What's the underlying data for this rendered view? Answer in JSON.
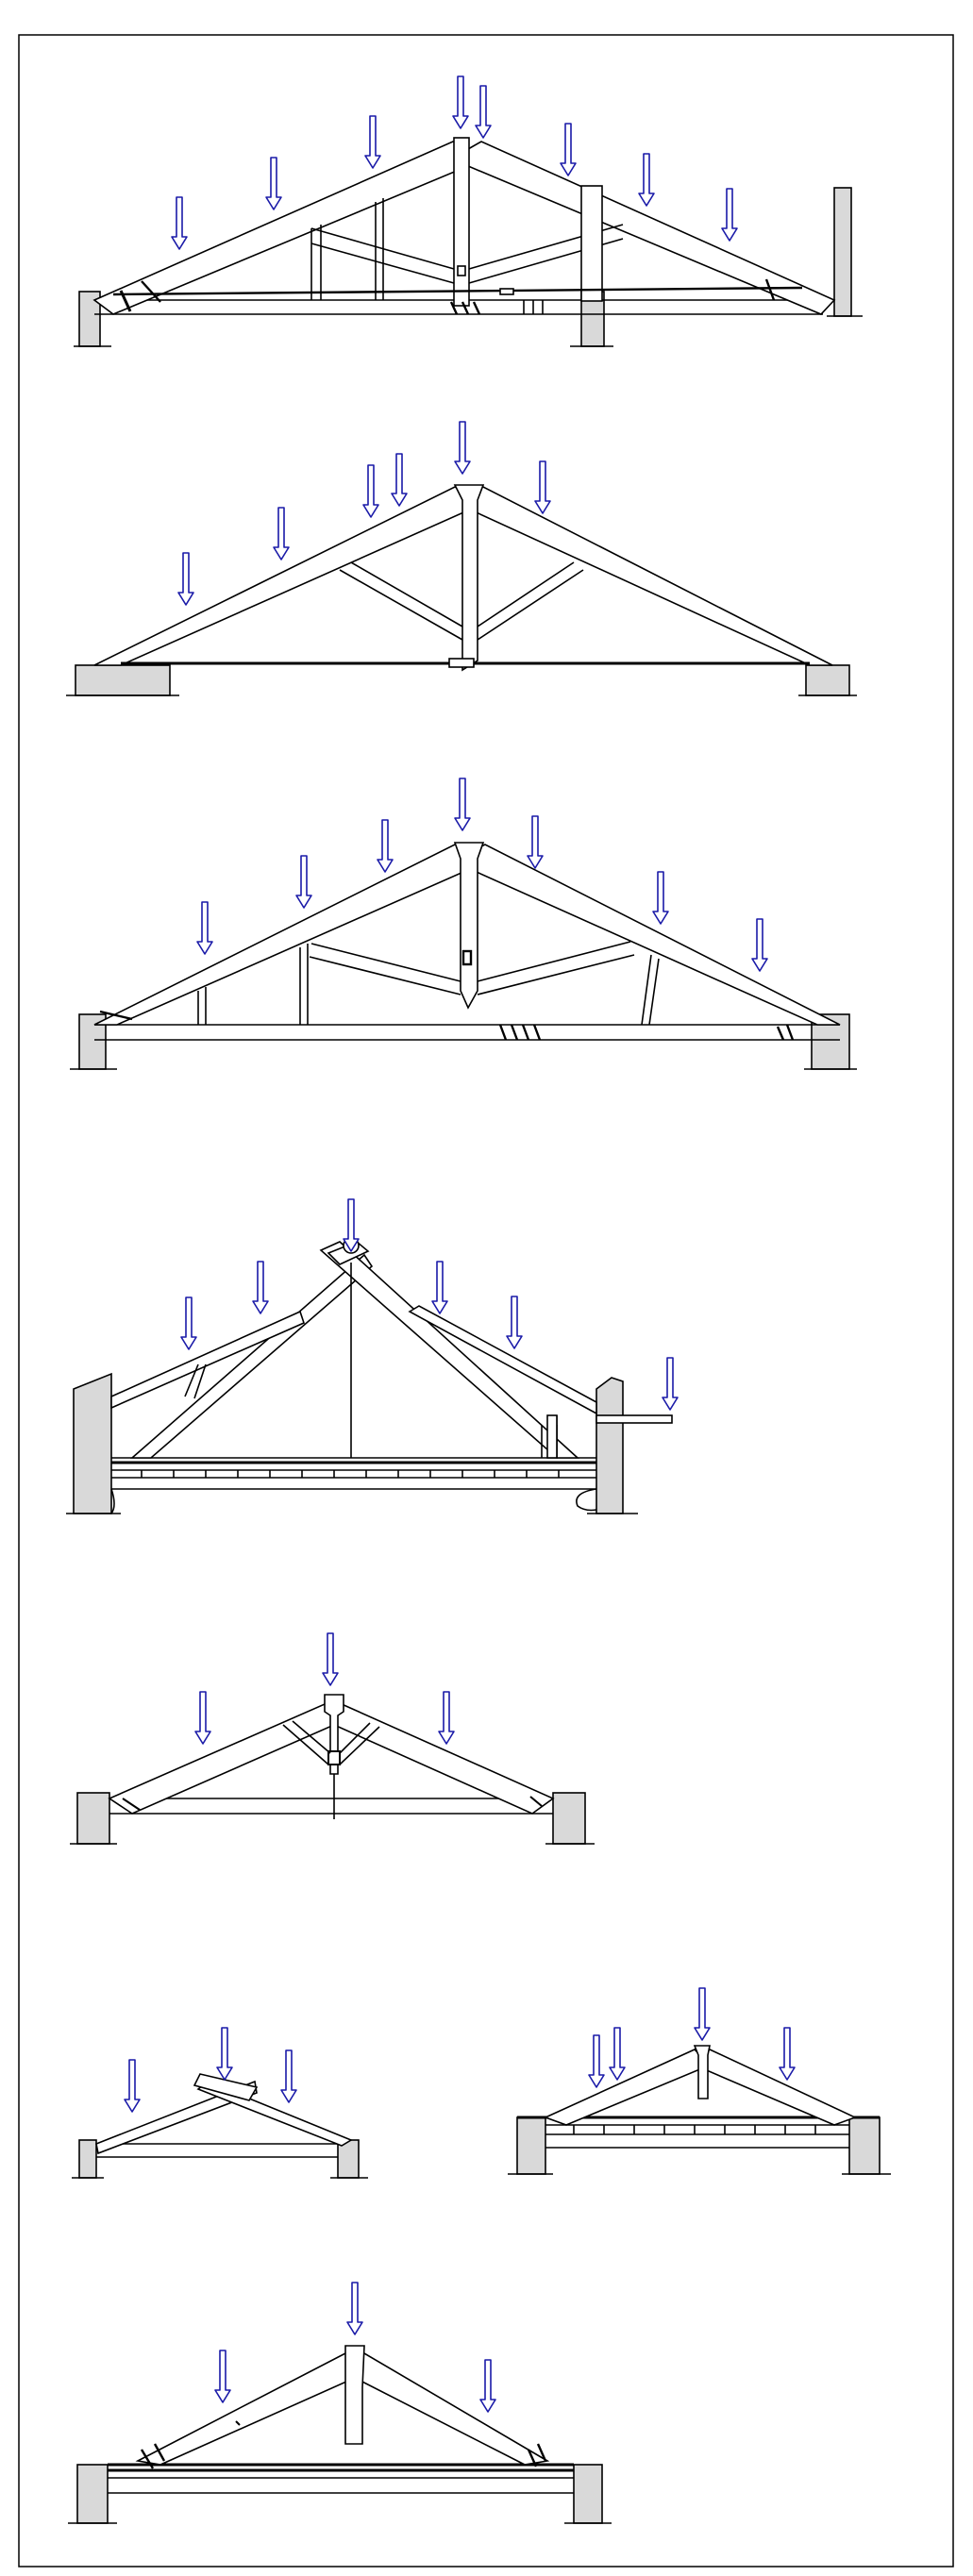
{
  "diagram": {
    "panels": [
      {
        "id": "truss-1",
        "kind": "king-post truss with struts, tie rod and bolted heel joints"
      },
      {
        "id": "truss-2",
        "kind": "king-post truss with iron tie rod on pads"
      },
      {
        "id": "truss-3",
        "kind": "king-post truss with struts and queen rods"
      },
      {
        "id": "truss-4",
        "kind": "scissor-braced rafters on timber floor between masonry walls"
      },
      {
        "id": "truss-5",
        "kind": "small king-post truss"
      },
      {
        "id": "truss-6a",
        "kind": "simple collar-rafter couple"
      },
      {
        "id": "truss-6b",
        "kind": "king-post truss on joisted floor"
      },
      {
        "id": "truss-7",
        "kind": "king-post truss on joisted floor"
      }
    ],
    "colors": {
      "line": "#000000",
      "wall_fill": "#d9d9d9",
      "arrow": "#1a1aa8",
      "border": "#000000"
    },
    "icons": {
      "load": "down-arrow-icon",
      "support": "masonry-wall-icon"
    }
  }
}
